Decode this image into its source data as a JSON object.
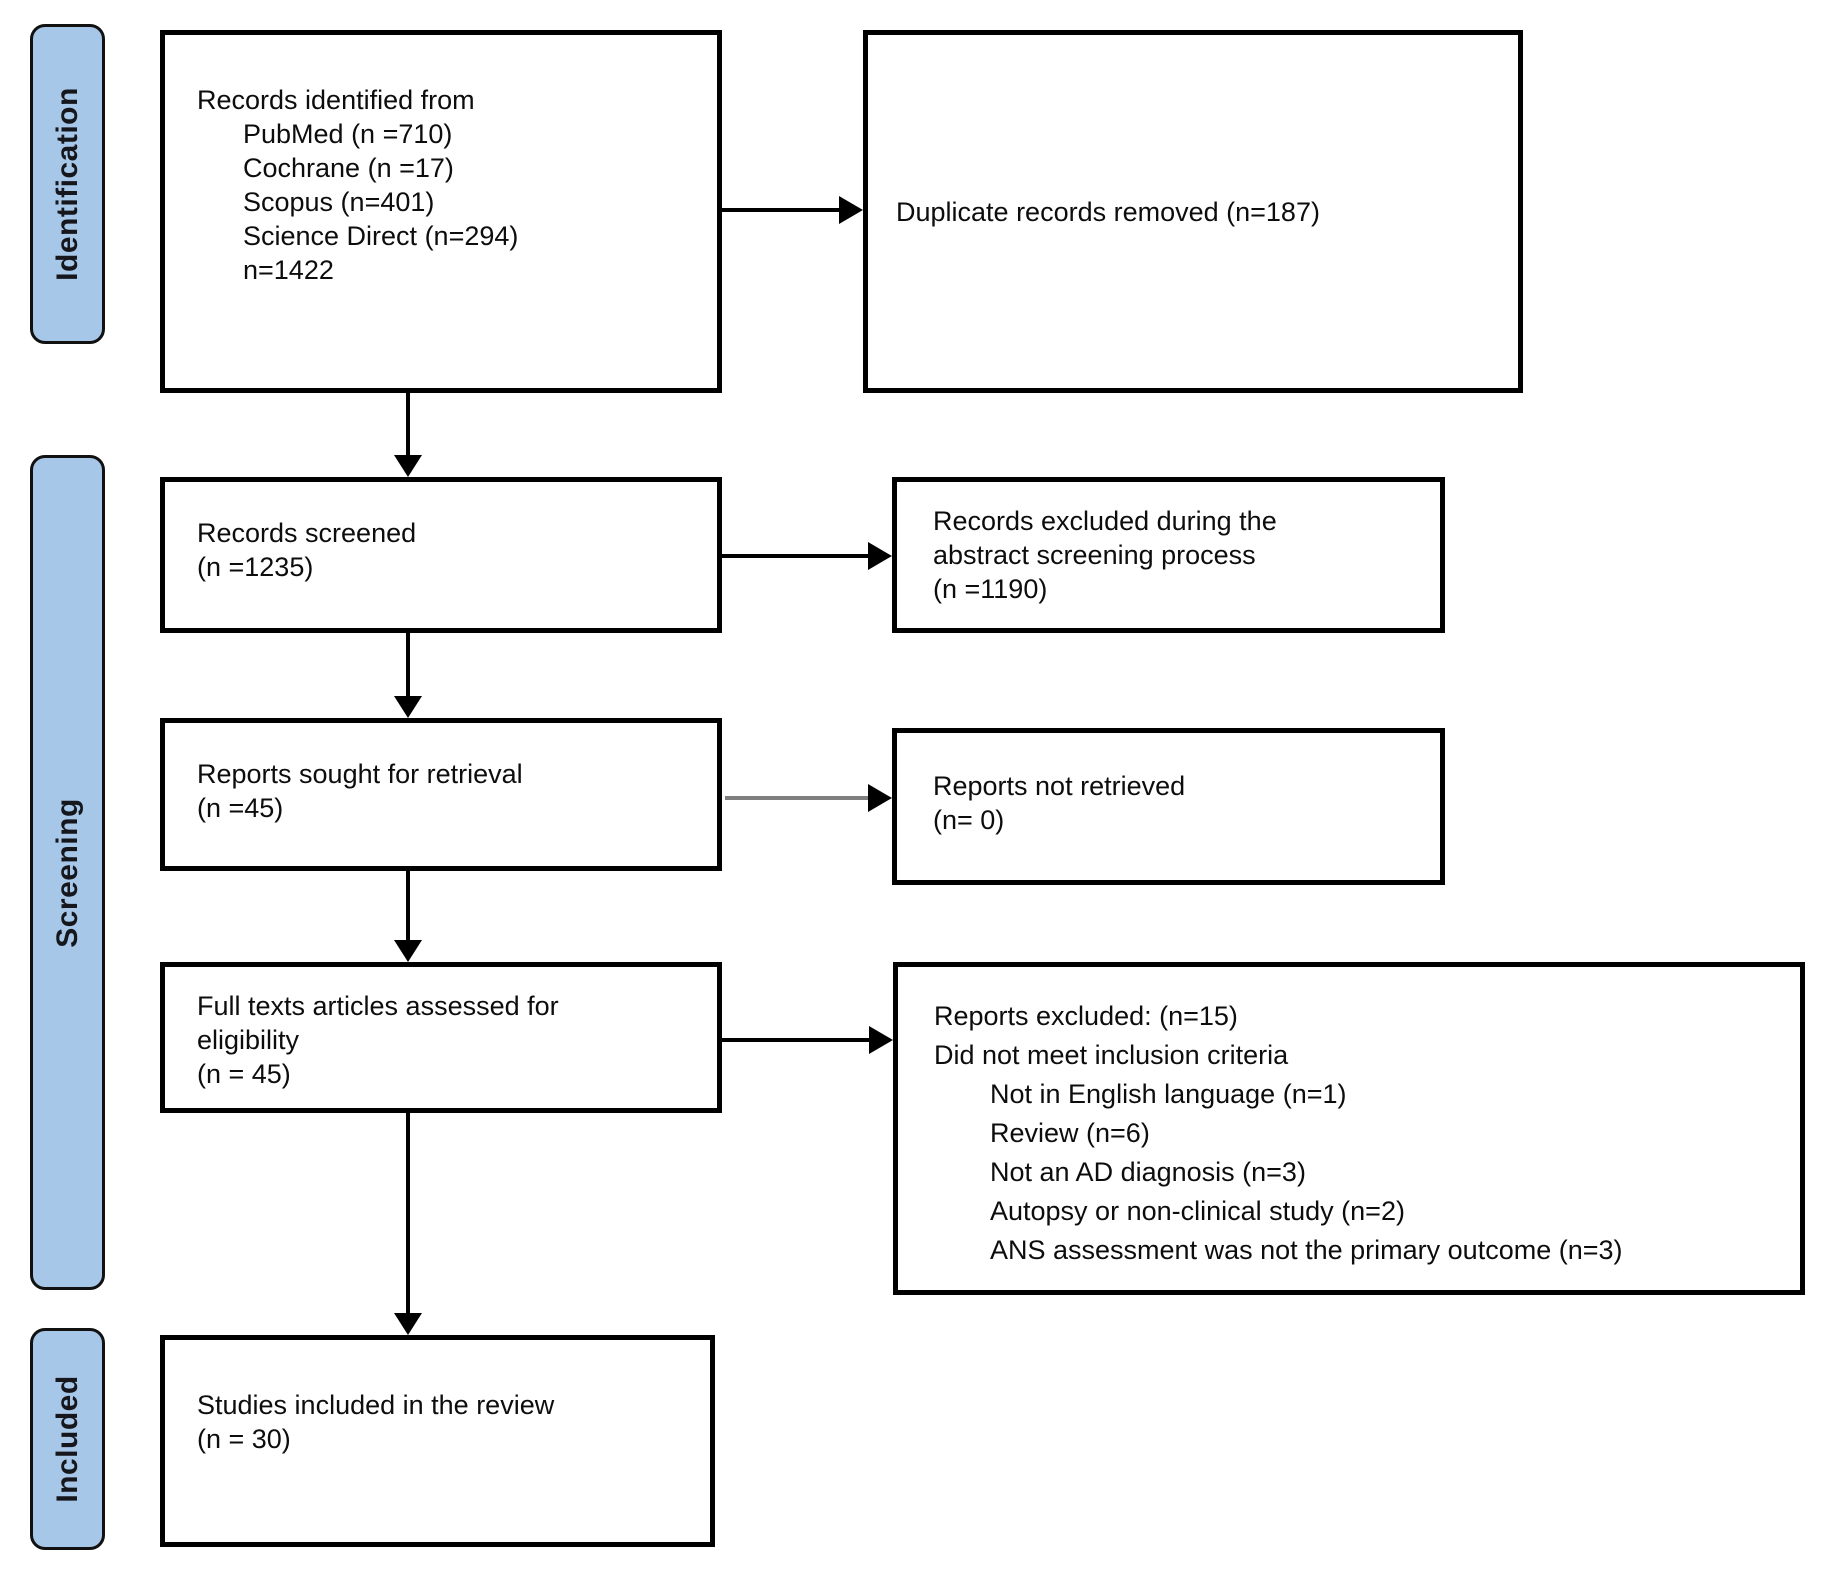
{
  "colors": {
    "stage_fill": "#a6c7e7",
    "box_border": "#000000",
    "arrow_black": "#000000",
    "arrow_gray_shaft": "#7f7f7f"
  },
  "stages": {
    "identification": "Identification",
    "screening": "Screening",
    "included": "Included"
  },
  "boxes": {
    "identified": {
      "line1": "Records identified from",
      "line2": "PubMed (n =710)",
      "line3": "Cochrane (n =17)",
      "line4": "Scopus (n=401)",
      "line5": "Science Direct (n=294)",
      "line6": "n=1422"
    },
    "duplicates": {
      "line1": "Duplicate records removed (n=187)"
    },
    "screened": {
      "line1": "Records screened",
      "line2": "(n =1235)"
    },
    "abstract_excluded": {
      "line1": "Records excluded during the",
      "line2": "abstract screening process",
      "line3": "(n =1190)"
    },
    "sought": {
      "line1": "Reports sought for retrieval",
      "line2": "(n =45)"
    },
    "not_retrieved": {
      "line1": "Reports not retrieved",
      "line2": "(n= 0)"
    },
    "fulltext": {
      "line1": "Full texts articles assessed for",
      "line2": "eligibility",
      "line3": "(n = 45)"
    },
    "excluded": {
      "line1": "Reports excluded: (n=15)",
      "line2": "Did not meet inclusion criteria",
      "line3": "Not in English language (n=1)",
      "line4": "Review (n=6)",
      "line5": "Not an AD diagnosis (n=3)",
      "line6": "Autopsy or non-clinical study (n=2)",
      "line7": "ANS assessment was not the primary outcome (n=3)"
    },
    "included": {
      "line1": "Studies included in the review",
      "line2": "(n = 30)"
    }
  }
}
